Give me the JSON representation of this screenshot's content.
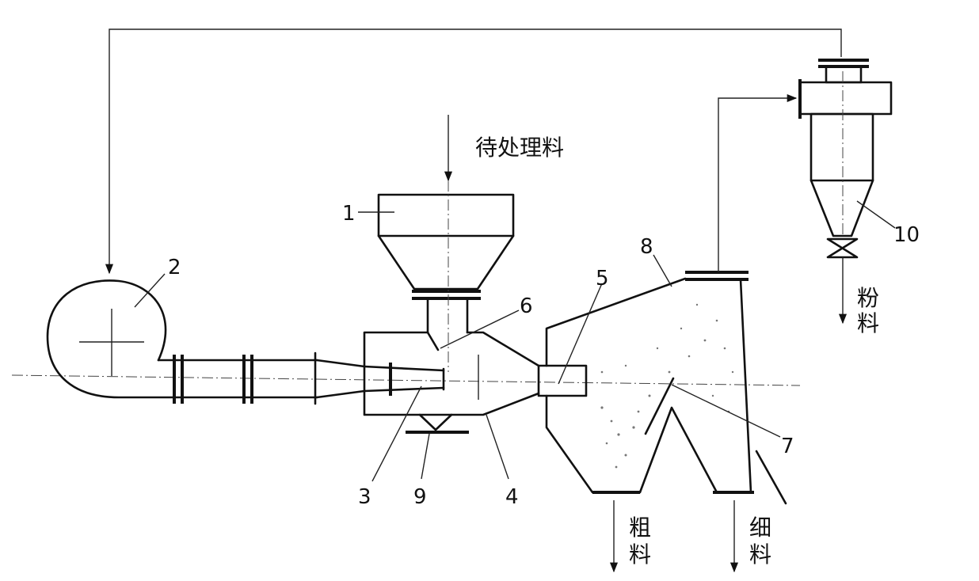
{
  "labels": {
    "feed": "待处理料",
    "powder": [
      "粉",
      "料"
    ],
    "coarse": [
      "粗",
      "料"
    ],
    "fine": [
      "细",
      "料"
    ]
  },
  "parts": {
    "p1": "1",
    "p2": "2",
    "p3": "3",
    "p4": "4",
    "p5": "5",
    "p6": "6",
    "p7": "7",
    "p8": "8",
    "p9": "9",
    "p10": "10"
  }
}
